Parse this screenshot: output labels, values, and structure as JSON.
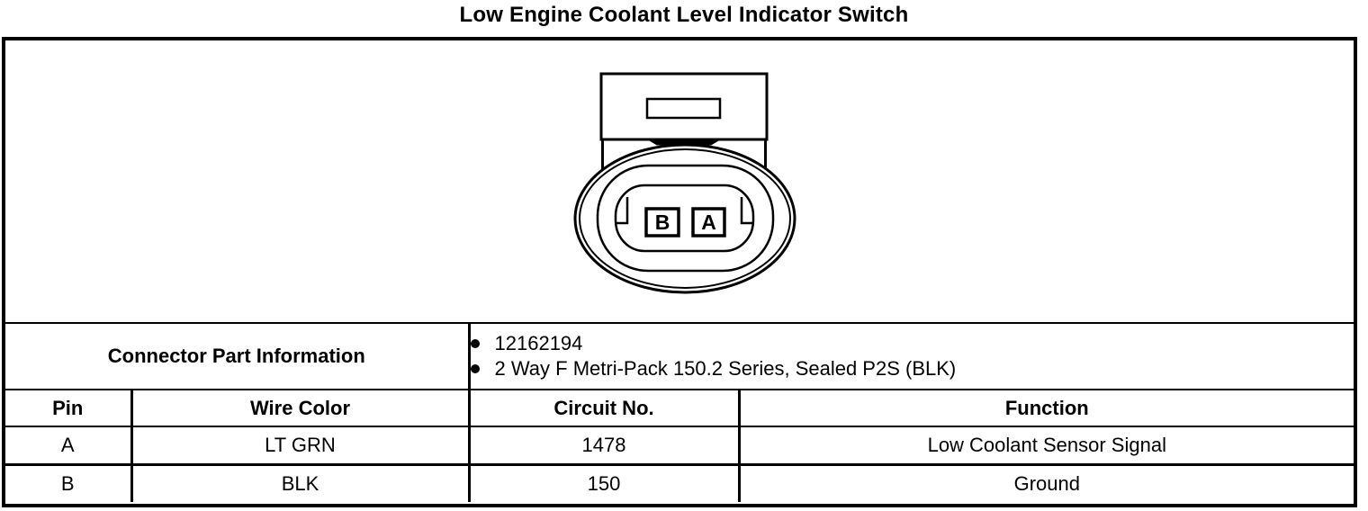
{
  "title": "Low Engine Coolant Level Indicator Switch",
  "connector": {
    "pin_a_label": "A",
    "pin_b_label": "B"
  },
  "table": {
    "part_info_label": "Connector Part Information",
    "part_info_items": [
      "12162194",
      "2 Way F Metri-Pack 150.2 Series, Sealed P2S (BLK)"
    ],
    "headers": [
      "Pin",
      "Wire Color",
      "Circuit No.",
      "Function"
    ],
    "rows": [
      {
        "pin": "A",
        "wire_color": "LT GRN",
        "circuit_no": "1478",
        "function": "Low Coolant Sensor Signal"
      },
      {
        "pin": "B",
        "wire_color": "BLK",
        "circuit_no": "150",
        "function": "Ground"
      }
    ]
  },
  "colors": {
    "ink": "#000000",
    "paper": "#ffffff"
  }
}
